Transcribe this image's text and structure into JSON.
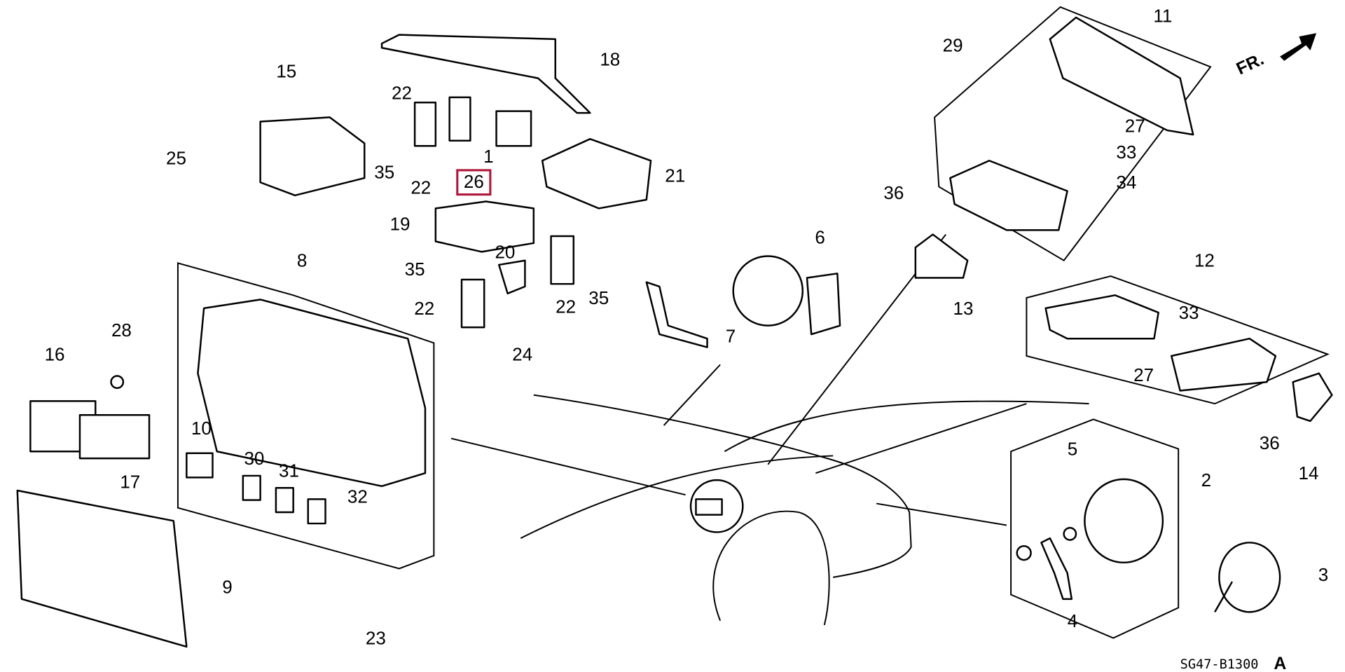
{
  "diagram": {
    "orientation_label": "FR.",
    "drawing_code": "SG47-B1300",
    "drawing_revision": "A",
    "highlight_color": "#b0163a",
    "highlighted_part": "26",
    "callouts": [
      "11",
      "29",
      "27",
      "33",
      "34",
      "36",
      "6",
      "13",
      "12",
      "33",
      "27",
      "36",
      "14",
      "2",
      "5",
      "3",
      "4",
      "15",
      "18",
      "22",
      "25",
      "35",
      "22",
      "1",
      "26",
      "21",
      "19",
      "20",
      "35",
      "35",
      "22",
      "22",
      "24",
      "7",
      "8",
      "28",
      "16",
      "10",
      "30",
      "31",
      "32",
      "17",
      "9",
      "23"
    ]
  }
}
